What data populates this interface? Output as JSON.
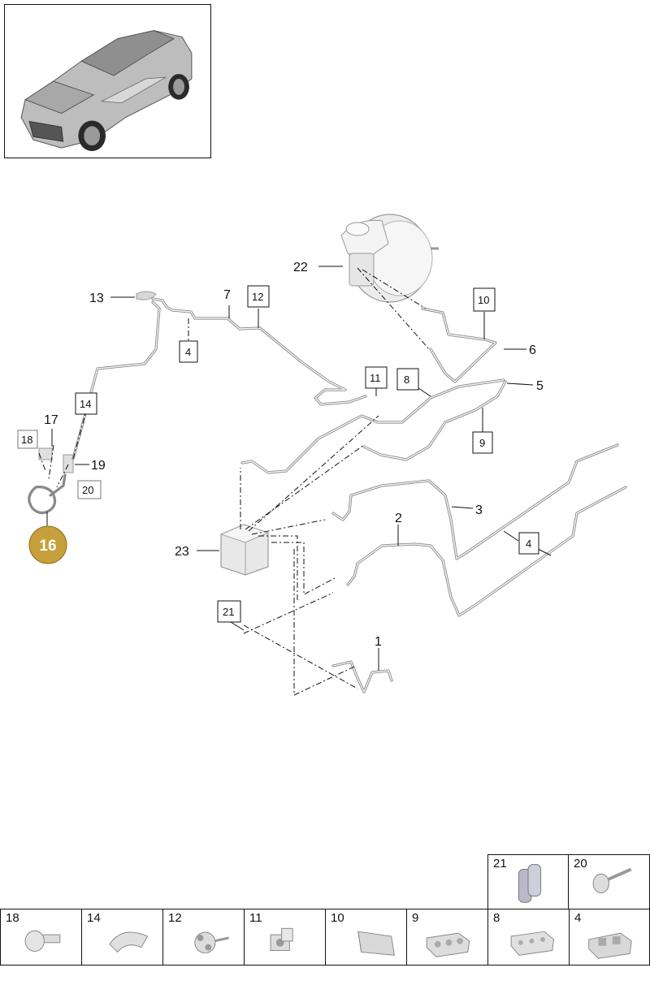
{
  "highlighted_part": "16",
  "callouts": {
    "p1": "1",
    "p2": "2",
    "p3": "3",
    "p4a": "4",
    "p4b": "4",
    "p5": "5",
    "p6": "6",
    "p7": "7",
    "p8": "8",
    "p9": "9",
    "p10": "10",
    "p11": "11",
    "p12": "12",
    "p13": "13",
    "p14": "14",
    "p17": "17",
    "p18": "18",
    "p19": "19",
    "p20": "20",
    "p21": "21",
    "p22": "22",
    "p23": "23"
  },
  "parts_table": {
    "top_row": [
      "21",
      "20"
    ],
    "bottom_row": [
      "18",
      "14",
      "12",
      "11",
      "10",
      "9",
      "8",
      "4"
    ]
  },
  "colors": {
    "highlight": "#c6a03a",
    "line": "#111111",
    "part_gray": "#c8c8c8"
  }
}
